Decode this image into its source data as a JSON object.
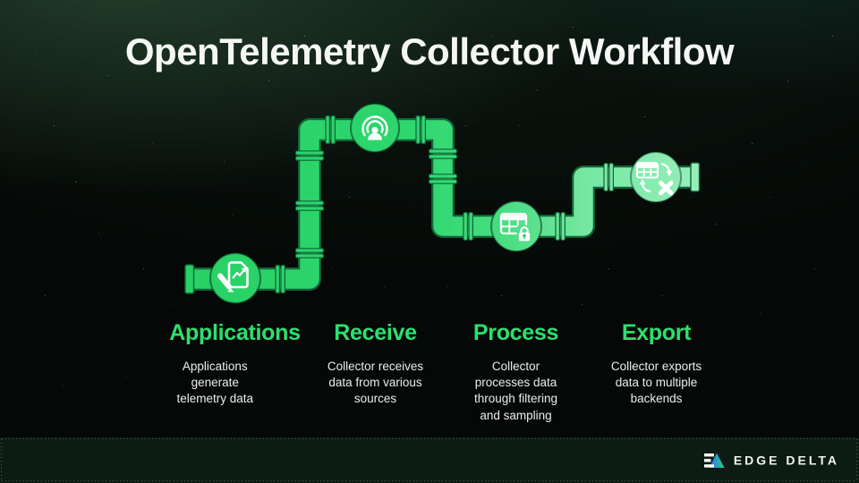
{
  "title": "OpenTelemetry Collector Workflow",
  "stages": [
    {
      "label": "Applications",
      "description": "Applications generate telemetry data",
      "icon": "document-edit-chart-icon"
    },
    {
      "label": "Receive",
      "description": "Collector receives data from various sources",
      "icon": "broadcast-receiver-icon"
    },
    {
      "label": "Process",
      "description": "Collector processes data through filtering and sampling",
      "icon": "data-table-lock-icon"
    },
    {
      "label": "Export",
      "description": "Collector exports data to multiple backends",
      "icon": "data-table-export-icon"
    }
  ],
  "footer": {
    "brand": "EDGE DELTA"
  },
  "colors": {
    "pipe_gradient_start": "#28d065",
    "pipe_gradient_end": "#96eeba",
    "pipe_outline": "#116339",
    "label_green": "#2ce06e",
    "title_white": "#f5f7f5",
    "background": "#050806",
    "footer_bg": "#0c1c14",
    "logo_blue": "#2f6bff",
    "logo_green": "#27d17f"
  }
}
